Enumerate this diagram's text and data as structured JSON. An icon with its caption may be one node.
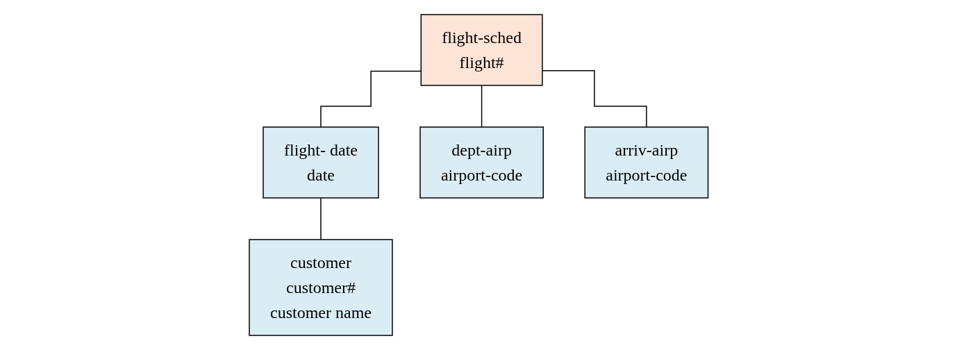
{
  "diagram": {
    "nodes": [
      {
        "text": [
          "flight-sched",
          "flight#"
        ]
      },
      {
        "text": [
          "flight- date",
          "date"
        ]
      },
      {
        "text": [
          "dept-airp",
          "airport-code"
        ]
      },
      {
        "text": [
          "arriv-airp",
          "airport-code"
        ]
      },
      {
        "text": [
          "customer",
          "customer#",
          "customer name"
        ]
      }
    ],
    "edges": [
      {
        "from": 0,
        "to": 1,
        "arrow": "none"
      },
      {
        "from": 0,
        "to": 2,
        "arrow": "none"
      },
      {
        "from": 0,
        "to": 3,
        "arrow": "none"
      },
      {
        "from": 1,
        "to": 4,
        "arrow": "none"
      }
    ]
  }
}
